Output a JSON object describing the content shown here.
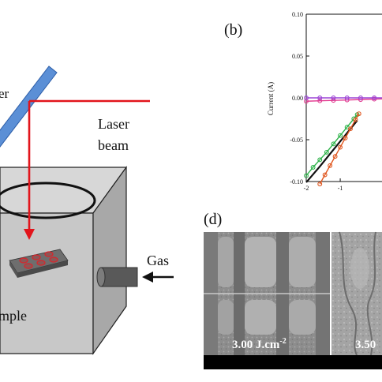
{
  "panel_a": {
    "mirror_label": "er",
    "laser_beam_label": [
      "Laser",
      "beam"
    ],
    "gas_label": "Gas",
    "sample_label": "mple"
  },
  "panel_b": {
    "label": "(b)",
    "chart_data": {
      "type": "line",
      "ylabel": "Current (A)",
      "xlim": [
        -2,
        0.6
      ],
      "ylim": [
        -0.1,
        0.1
      ],
      "y_ticks": [
        "0.10",
        "0.05",
        "0.00",
        "-0.05",
        "-0.10"
      ],
      "x_ticks": [
        "-2",
        "-1"
      ],
      "series": [
        {
          "color": "#e23a8f",
          "marker": "circle",
          "x": [
            -2.0,
            -1.6,
            -1.2,
            -0.8,
            -0.4,
            0.0,
            0.4
          ],
          "y": [
            -0.004,
            -0.0035,
            -0.003,
            -0.0025,
            -0.002,
            -0.0015,
            -0.001
          ]
        },
        {
          "color": "#9b45d6",
          "marker": "circle",
          "x": [
            -2.0,
            -1.6,
            -1.2,
            -0.8,
            -0.4,
            0.0,
            0.4
          ],
          "y": [
            0.0,
            0.0,
            0.0,
            0.0,
            0.0,
            0.0,
            0.0
          ]
        },
        {
          "color": "#2eb34a",
          "marker": "circle",
          "x": [
            -2.0,
            -1.8,
            -1.6,
            -1.4,
            -1.2,
            -1.0,
            -0.8,
            -0.6,
            -0.5
          ],
          "y": [
            -0.093,
            -0.083,
            -0.074,
            -0.065,
            -0.055,
            -0.045,
            -0.035,
            -0.025,
            -0.02
          ]
        },
        {
          "color": "#111111",
          "marker": "none",
          "x": [
            -2.0,
            -1.6,
            -1.2,
            -0.8,
            -0.5
          ],
          "y": [
            -0.101,
            -0.082,
            -0.062,
            -0.042,
            -0.027
          ]
        },
        {
          "color": "#e0561e",
          "marker": "circle",
          "x": [
            -1.6,
            -1.45,
            -1.3,
            -1.15,
            -1.0,
            -0.85,
            -0.7,
            -0.55,
            -0.45
          ],
          "y": [
            -0.103,
            -0.092,
            -0.081,
            -0.07,
            -0.059,
            -0.048,
            -0.037,
            -0.026,
            -0.019
          ]
        }
      ]
    }
  },
  "panel_d": {
    "label": "(d)",
    "fluence_labels": [
      "3.00 J.cm",
      "3.50"
    ],
    "fluence_superscript": "-2"
  }
}
